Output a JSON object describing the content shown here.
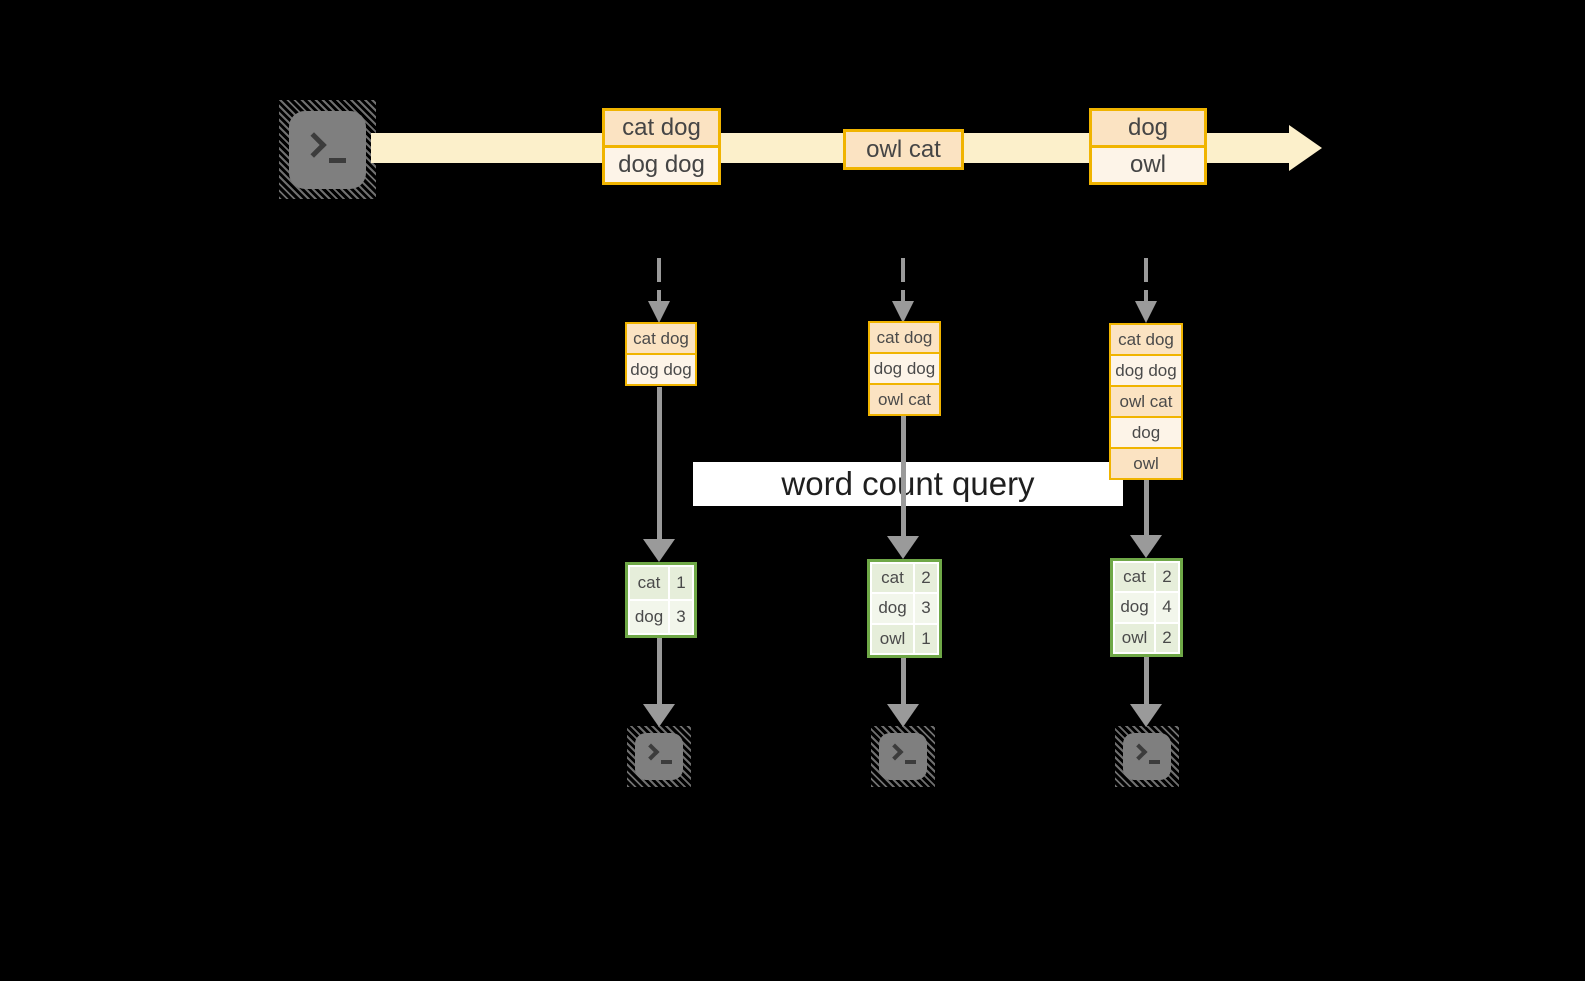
{
  "palette": {
    "background": "#000000",
    "stream_band": "#FCF0CB",
    "event_border": "#F0B400",
    "event_fill_dark": "#FBE3C2",
    "event_fill_light": "#FDF4E8",
    "table_border": "#6FA847",
    "table_cell_dark": "#E6EEDA",
    "table_cell_light": "#F2F6EB",
    "arrow_gray": "#9A9A9A",
    "terminal_gray": "#7F7F7F",
    "banner_bg": "#FFFFFF"
  },
  "banner": {
    "label": "word count query"
  },
  "stream": {
    "events": [
      {
        "rows": [
          "cat dog",
          "dog dog"
        ]
      },
      {
        "rows": [
          "owl cat"
        ]
      },
      {
        "rows": [
          "dog",
          "owl"
        ]
      }
    ]
  },
  "buffers": [
    {
      "rows": [
        "cat dog",
        "dog dog"
      ]
    },
    {
      "rows": [
        "cat dog",
        "dog dog",
        "owl cat"
      ]
    },
    {
      "rows": [
        "cat dog",
        "dog dog",
        "owl cat",
        "dog",
        "owl"
      ]
    }
  ],
  "tables": [
    {
      "rows": [
        {
          "word": "cat",
          "count": "1"
        },
        {
          "word": "dog",
          "count": "3"
        }
      ]
    },
    {
      "rows": [
        {
          "word": "cat",
          "count": "2"
        },
        {
          "word": "dog",
          "count": "3"
        },
        {
          "word": "owl",
          "count": "1"
        }
      ]
    },
    {
      "rows": [
        {
          "word": "cat",
          "count": "2"
        },
        {
          "word": "dog",
          "count": "4"
        },
        {
          "word": "owl",
          "count": "2"
        }
      ]
    }
  ]
}
